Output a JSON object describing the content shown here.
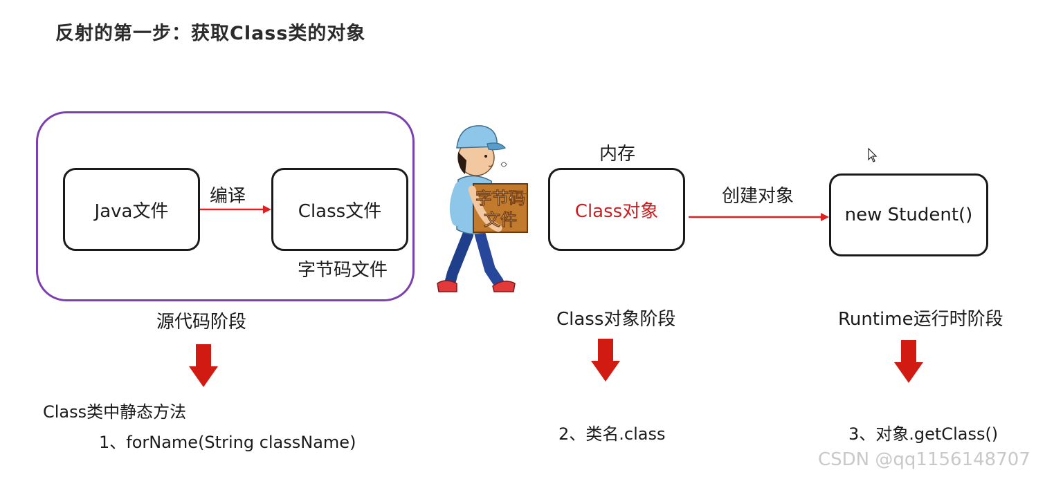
{
  "title": "反射的第一步：获取Class类的对象",
  "source_stage": {
    "java_file": "Java文件",
    "compile": "编译",
    "class_file": "Class文件",
    "bytecode_file": "字节码文件",
    "stage_label": "源代码阶段",
    "method_heading": "Class类中静态方法",
    "method": "1、forName(String className)"
  },
  "worker_box": {
    "line1": "字节码",
    "line2": "文件"
  },
  "memory_stage": {
    "memory": "内存",
    "class_object": "Class对象",
    "stage_label": "Class对象阶段",
    "method": "2、类名.class"
  },
  "runtime_stage": {
    "create_object": "创建对象",
    "new_student": "new Student()",
    "stage_label": "Runtime运行时阶段",
    "method": "3、对象.getClass()"
  },
  "watermark": "CSDN @qq1156148707",
  "colors": {
    "frame": "#7b3fb0",
    "arrow": "#e02020",
    "down_arrow": "#d01a12",
    "highlight_text": "#c82020"
  }
}
